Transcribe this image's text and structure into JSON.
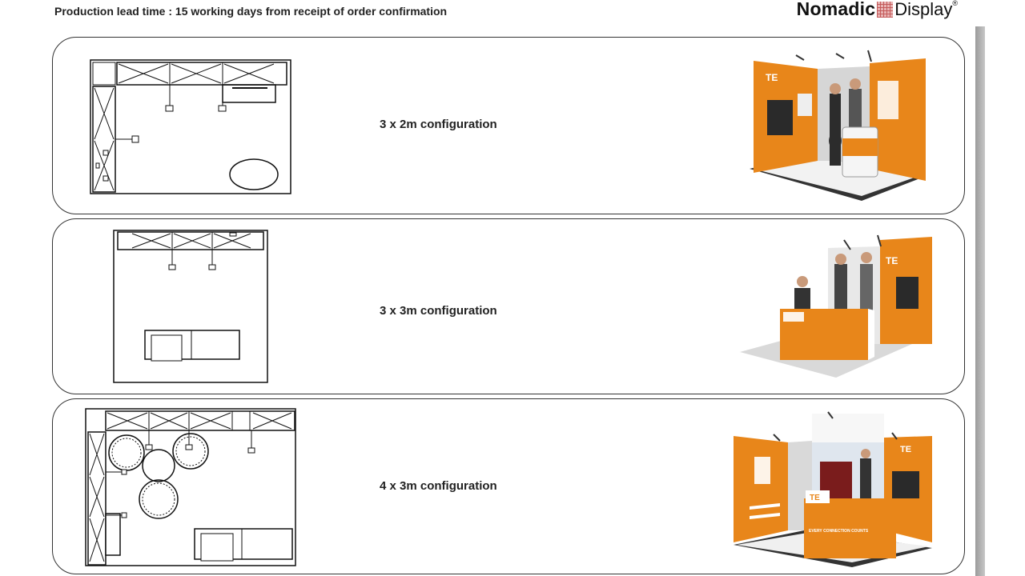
{
  "header": {
    "lead_time": "Production lead time : 15 working days from receipt of order confirmation"
  },
  "logo": {
    "bold": "Nomadic",
    "light": "Display",
    "registered": "®"
  },
  "configurations": [
    {
      "label": "3 x 2m configuration"
    },
    {
      "label": "3 x 3m configuration"
    },
    {
      "label": "4 x 3m configuration"
    }
  ],
  "booth_graphics": {
    "brand": "TE",
    "tagline": "EVERY CONNECTION COUNTS"
  },
  "colors": {
    "booth_orange": "#e8861a",
    "outline": "#222222",
    "scrollbar": "#a9a9a9"
  }
}
